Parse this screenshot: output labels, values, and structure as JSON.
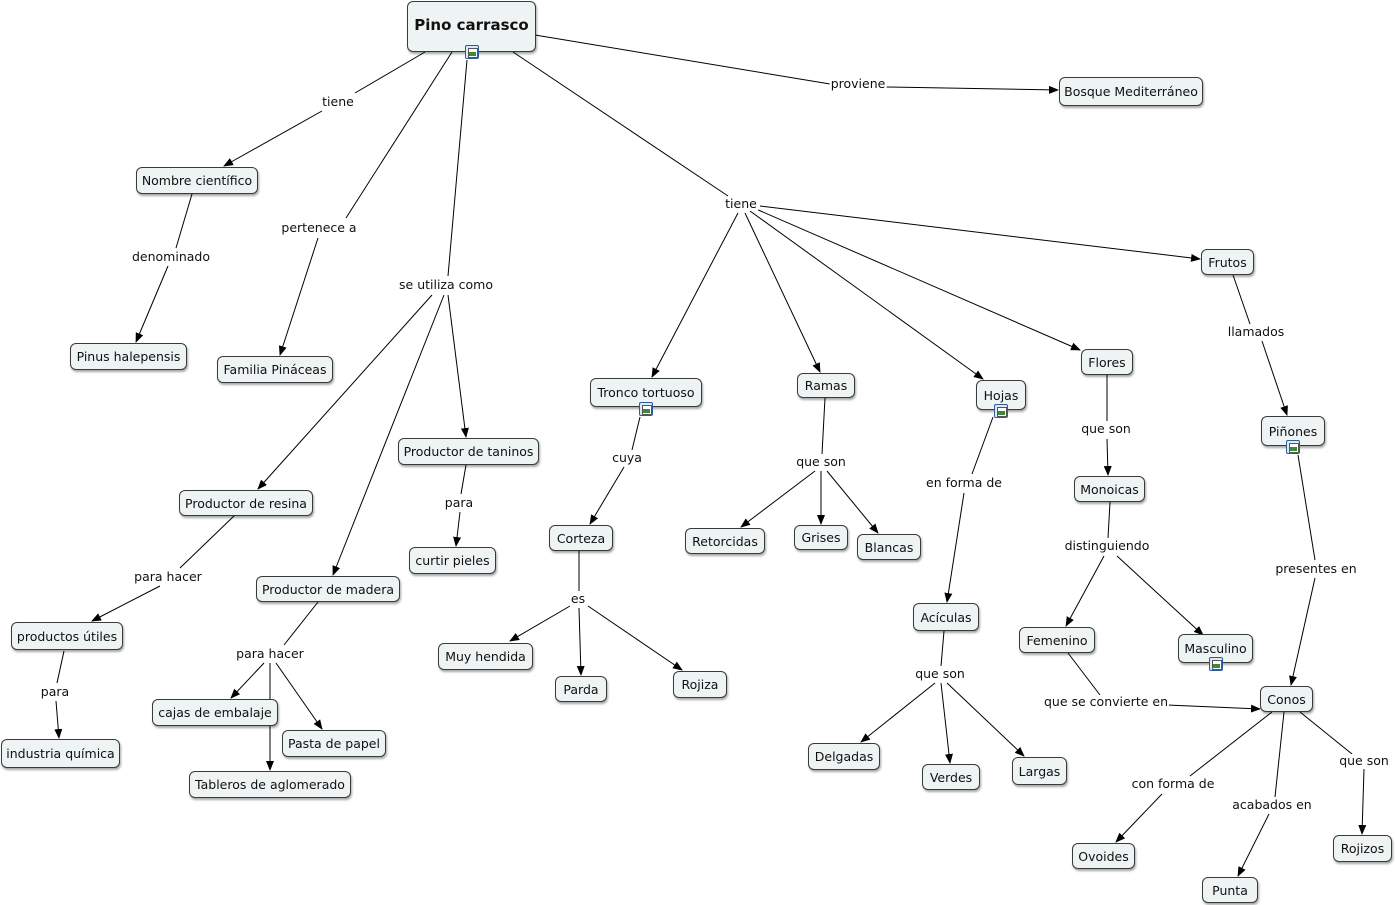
{
  "nodes": {
    "pino": "Pino carrasco",
    "bosque": "Bosque Mediterráneo",
    "nombre": "Nombre científico",
    "pinus": "Pinus halepensis",
    "familia": "Familia Pináceas",
    "resina": "Productor de resina",
    "productos": "productos útiles",
    "industria": "industria química",
    "madera": "Productor de madera",
    "cajas": "cajas de embalaje",
    "pasta": "Pasta de papel",
    "tableros": "Tableros de aglomerado",
    "taninos": "Productor de taninos",
    "curtir": "curtir pieles",
    "tronco": "Tronco tortuoso",
    "corteza": "Corteza",
    "hendida": "Muy hendida",
    "parda": "Parda",
    "rojiza": "Rojiza",
    "ramas": "Ramas",
    "retorcidas": "Retorcidas",
    "grises": "Grises",
    "blancas": "Blancas",
    "hojas": "Hojas",
    "aciculas": "Acículas",
    "delgadas": "Delgadas",
    "verdes": "Verdes",
    "largas": "Largas",
    "flores": "Flores",
    "monoicas": "Monoicas",
    "femenino": "Femenino",
    "masculino": "Masculino",
    "frutos": "Frutos",
    "pinones": "Piñones",
    "conos": "Conos",
    "ovoides": "Ovoides",
    "punta": "Punta",
    "rojizos": "Rojizos"
  },
  "links": {
    "proviene": "proviene",
    "tiene1": "tiene",
    "denominado": "denominado",
    "pertenece": "pertenece a",
    "utiliza": "se utiliza como",
    "tiene2": "tiene",
    "paraHacer1": "para hacer",
    "para1": "para",
    "paraHacer2": "para hacer",
    "para2": "para",
    "cuya": "cuya",
    "es": "es",
    "queSon1": "que son",
    "enForma": "en forma de",
    "queSon2": "que son",
    "queSon3": "que son",
    "distinguiendo": "distinguiendo",
    "convierte": "que se convierte en",
    "llamados": "llamados",
    "presentes": "presentes en",
    "conForma": "con forma de",
    "acabados": "acabados en",
    "queSon4": "que son"
  },
  "image_icon": "image-icon",
  "colors": {
    "node_fill": "#eef3f3",
    "node_border": "#3a3a3a",
    "line": "#000000"
  }
}
